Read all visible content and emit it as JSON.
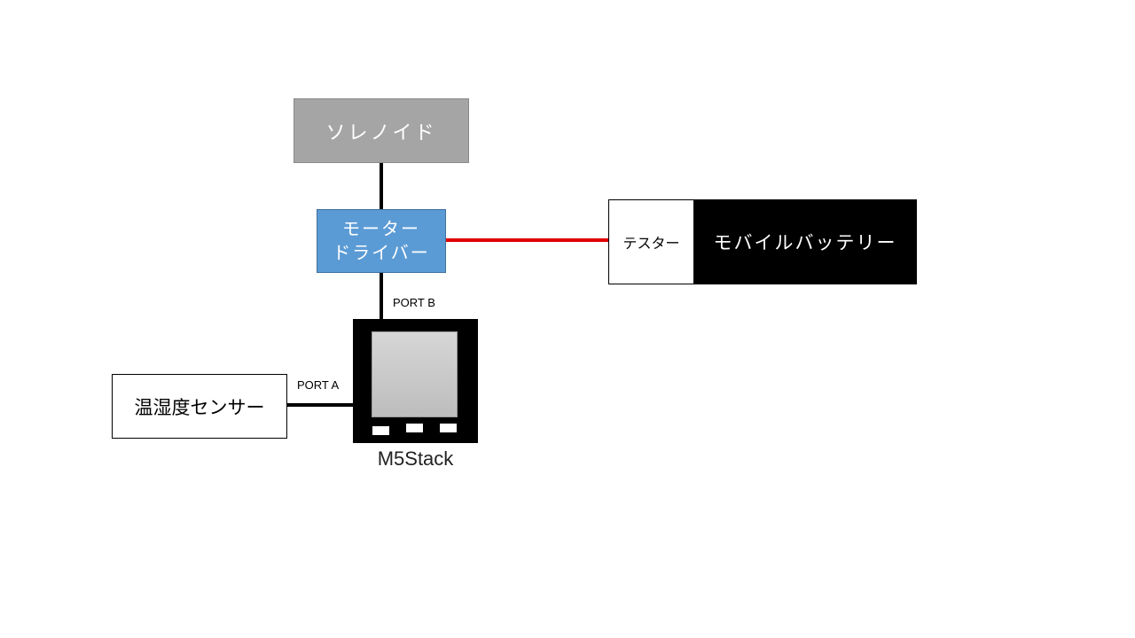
{
  "diagram": {
    "nodes": {
      "solenoid": "ソレノイド",
      "motor_driver_line1": "モーター",
      "motor_driver_line2": "ドライバー",
      "tester": "テスター",
      "mobile_battery": "モバイルバッテリー",
      "sensor": "温湿度センサー",
      "m5stack": "M5Stack"
    },
    "port_labels": {
      "port_a": "PORT A",
      "port_b": "PORT B"
    },
    "colors": {
      "solenoid_fill": "#a5a5a5",
      "driver_fill": "#5b9bd5",
      "power_wire": "#e00000",
      "signal_wire": "#000000"
    },
    "connections": [
      {
        "from": "solenoid",
        "to": "motor_driver",
        "color": "black"
      },
      {
        "from": "motor_driver",
        "to": "tester",
        "color": "red"
      },
      {
        "from": "motor_driver",
        "to": "m5stack",
        "via": "PORT B",
        "color": "black"
      },
      {
        "from": "sensor",
        "to": "m5stack",
        "via": "PORT A",
        "color": "black"
      }
    ]
  }
}
